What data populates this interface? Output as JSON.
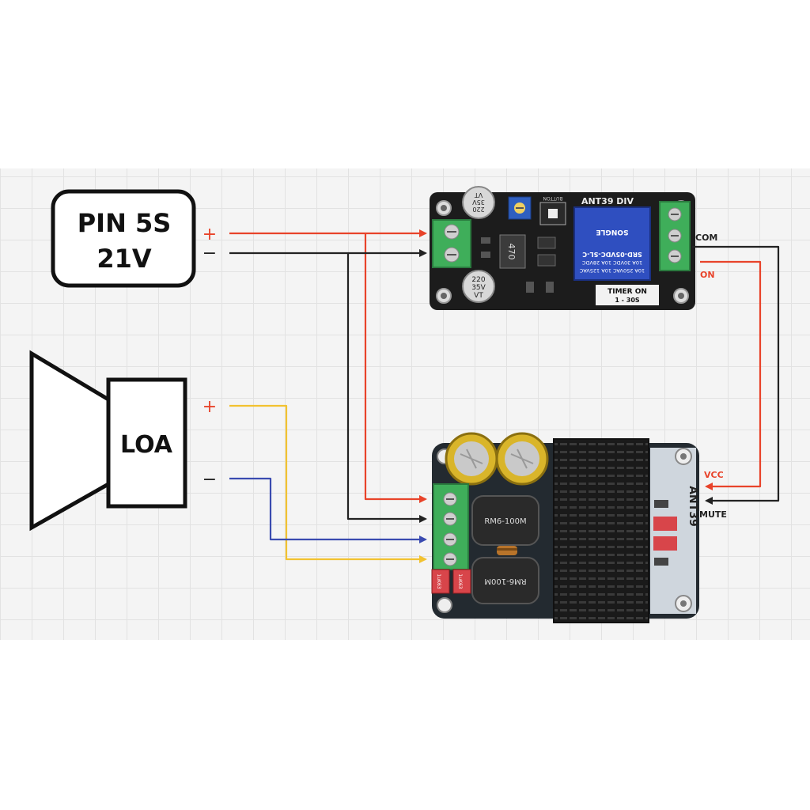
{
  "battery": {
    "line1": "PIN 5S",
    "line2": "21V",
    "plus": "+",
    "minus": "−"
  },
  "speaker": {
    "label": "LOA",
    "plus": "+",
    "minus": "−"
  },
  "relay_board": {
    "title": "ANT39 DIV",
    "relay_lines": [
      "10A 250VAC 10A 125VAC",
      "10A 30VDC 10A 28VDC",
      "SRD-05VDC-SL-C"
    ],
    "brand": "SONGLE",
    "timer_line1": "TIMER ON",
    "timer_line2": "1 - 30S",
    "cap1_line1": "220",
    "cap1_line2": "35V",
    "cap1_line3": "VT",
    "cap2_line1": "220",
    "cap2_line2": "35V",
    "cap2_line3": "VT",
    "inductor": "470",
    "button_label": "BUTTON",
    "com_label": "COM",
    "on_label": "ON"
  },
  "amp_board": {
    "inductor1": "RM6-100M",
    "inductor2": "RM6-100M",
    "brand_label": "ANT39",
    "film_cap1": "1uK63",
    "film_cap2": "1uK63",
    "vcc_label": "VCC",
    "mute_label": "MUTE"
  },
  "colors": {
    "positive": "#e8432a",
    "negative": "#222222",
    "speaker_plus": "#f2c230",
    "speaker_minus": "#3a4bb0",
    "pcb": "#1c1c1c",
    "terminal": "#3fae5a"
  }
}
